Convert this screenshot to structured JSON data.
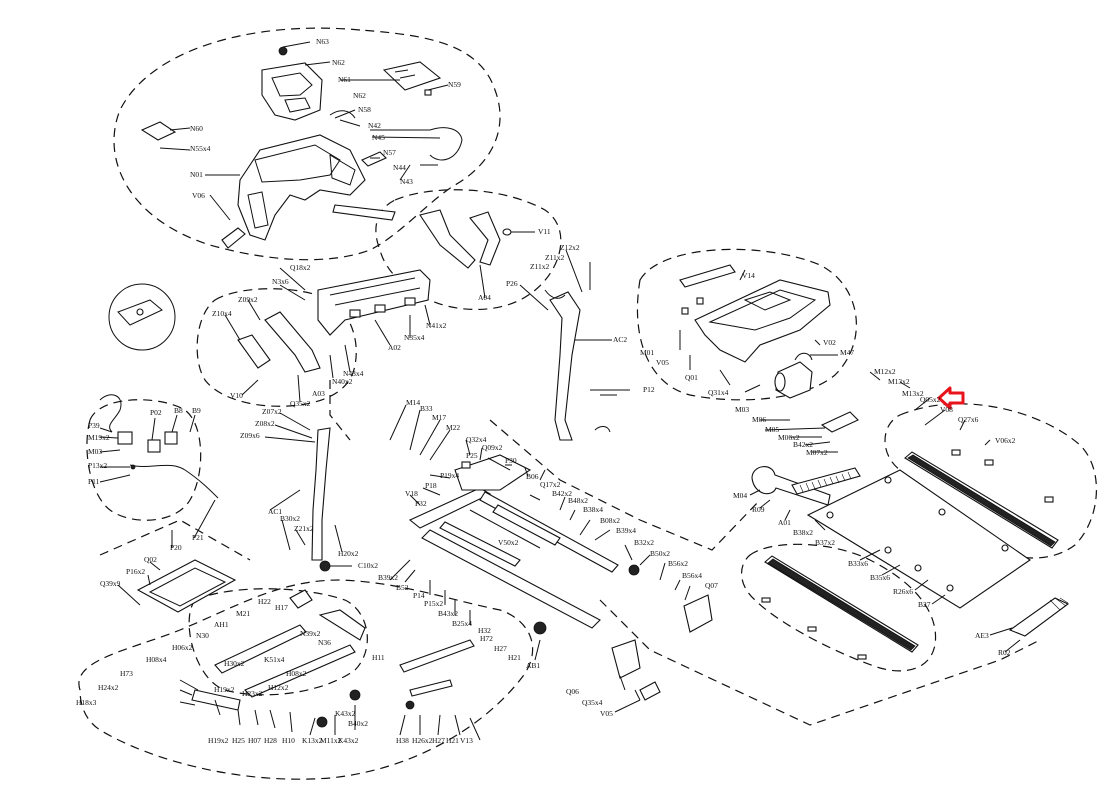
{
  "labels": {
    "n63": "N63",
    "n62": "N62",
    "n61": "N61",
    "n59": "N59",
    "n60": "N60",
    "n58": "N58",
    "n55x4": "N55x4",
    "n42": "N42",
    "n45": "N45",
    "n57": "N57",
    "n44": "N44",
    "n43": "N43",
    "n01": "N01",
    "v06": "V06",
    "v11": "V11",
    "z12x2": "Z12x2",
    "z11x2": "Z11x2",
    "z11x2b": "Z11x2",
    "p26": "P26",
    "ac2": "AC2",
    "p12": "P12",
    "v14": "V14",
    "m01": "M01",
    "v05": "V05",
    "q01": "Q01",
    "v02": "V02",
    "m47": "M47",
    "q31x4": "Q31x4",
    "m12x2": "M12x2",
    "m13x2": "M13x2",
    "q05x2": "Q05x2",
    "v08": "V08",
    "q27x6": "Q27x6",
    "v06x2": "V06x2",
    "m03": "M03",
    "m05": "M05",
    "m06": "M06",
    "m06x2": "M06x2",
    "b42x2": "B42x2",
    "m07x2": "M07x2",
    "m04": "M04",
    "r09": "R09",
    "a01": "A01",
    "b38x2": "B38x2",
    "b37x2": "B37x2",
    "b33x6": "B33x6",
    "b35x6": "B35x6",
    "r26x6": "R26x6",
    "b27": "B27",
    "ae3": "AE3",
    "r02": "R02",
    "p39": "P39",
    "m19x2": "M19x2",
    "m03b": "M03",
    "p13x2": "P13x2",
    "p11": "P11",
    "p02": "P02",
    "b8": "B8",
    "b9": "B9",
    "p20": "P20",
    "p21": "P21",
    "q02": "Q02",
    "p16x2": "P16x2",
    "q39x9": "Q39x9",
    "z10x4": "Z10x4",
    "z09x2": "Z09x2",
    "v10": "V10",
    "q35x2": "Q35x2",
    "n3x6": "N3x6",
    "q18x2": "Q18x2",
    "a03": "A03",
    "n43x4": "N43x4",
    "n40x2": "N40x2",
    "n35x4": "N35x4",
    "a02": "A02",
    "n41x2": "N41x2",
    "a04": "A04",
    "z07x2": "Z07x2",
    "z08x2": "Z08x2",
    "z09x6": "Z09x6",
    "ac1": "AC1",
    "b30x2": "B30x2",
    "z21x2": "Z21x2",
    "h20x2": "H20x2",
    "c10x2": "C10x2",
    "m14": "M14",
    "b33": "B33",
    "m17": "M17",
    "m22": "M22",
    "q32x4": "Q32x4",
    "q09x2": "Q09x2",
    "p25": "P25",
    "p30": "P30",
    "p18": "P18",
    "p19x4": "P19x4",
    "v18": "V18",
    "p32": "P32",
    "b06": "B06",
    "q17x2": "Q17x2",
    "b42x2b": "B42x2",
    "b48x2": "B48x2",
    "b38x4": "B38x4",
    "b08x2": "B08x2",
    "b39x4": "B39x4",
    "v50x2": "V50x2",
    "b39x2": "B39x2",
    "b52": "B52",
    "p14": "P14",
    "p15x2": "P15x2",
    "b43x2": "B43x2",
    "b25x4": "B25x4",
    "b32x2": "B32x2",
    "b50x2": "B50x2",
    "b56x2": "B56x2",
    "b56x4": "B56x4",
    "q07": "Q07",
    "q06": "Q06",
    "q35x4": "Q35x4",
    "v05b": "V05",
    "ab1": "AB1",
    "h72": "H72",
    "h22": "H22",
    "h73": "H73",
    "h24x2": "H24x2",
    "h18x3": "H18x3",
    "h23x2": "H23x2",
    "h08x4": "H08x4",
    "h06x2": "H06x2",
    "h19x2": "H19x2",
    "h25": "H25",
    "h07": "H07",
    "h28": "H28",
    "h10": "H10",
    "h38": "H38",
    "h26x2": "H26x2",
    "h27": "H27",
    "h21": "H21",
    "v13": "V13",
    "k13x2": "K13x2",
    "m11x2": "M11x2",
    "k43x2": "K43x2",
    "b40x2": "B40x2",
    "ah1": "AH1",
    "h12x2": "H12x2",
    "h08x2": "H08x2",
    "h30x2": "H30x2",
    "n30": "N30",
    "m21": "M21",
    "h17": "H17",
    "h32": "H32",
    "h11": "H11",
    "k51x4": "K51x4",
    "n36": "N36",
    "n39x2": "N39x2",
    "h39x2": "H39x2",
    "h19x2b": "H19x2"
  },
  "highlight_marker": {
    "color": "#e8141c",
    "shape": "arrow"
  }
}
